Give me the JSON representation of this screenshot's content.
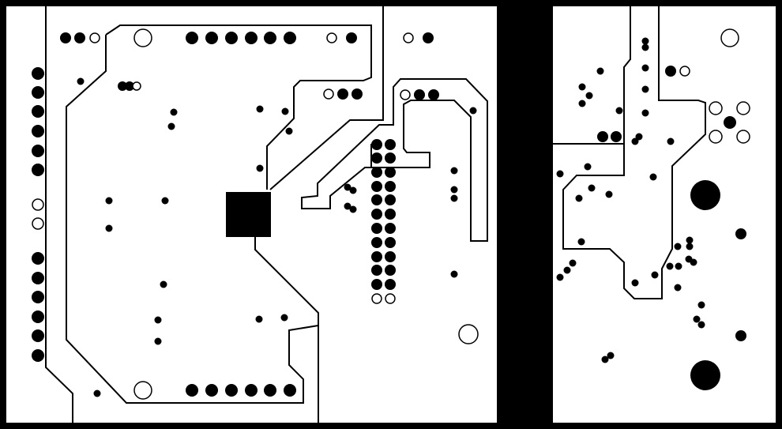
{
  "diagram": {
    "kind": "pcb-copper-layer-artwork",
    "colors": {
      "copper": "#000000",
      "substrate": "#ffffff"
    },
    "panels": [
      "left-board",
      "right-board"
    ],
    "text_labels": []
  }
}
